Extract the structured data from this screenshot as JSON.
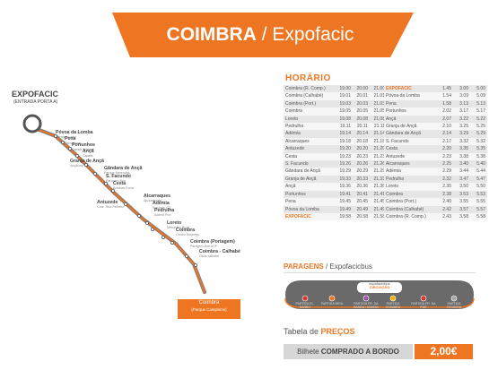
{
  "header": {
    "city": "COIMBRA",
    "separator": " / ",
    "name": "Expofacic"
  },
  "route": {
    "origin": {
      "name": "EXPOFACIC",
      "detail": "(ENTRADA PORTA A)"
    },
    "destination": {
      "name": "Coimbra",
      "detail": "(Parque Campismo)"
    },
    "stops": [
      {
        "name": "Póvoa da Lomba",
        "sub": "Paragem urbo"
      },
      {
        "name": "Pena",
        "sub": "Semaforos"
      },
      {
        "name": "Portunhos",
        "sub": "Campo Futebol"
      },
      {
        "name": "Ançã",
        "sub": "Capela"
      },
      {
        "name": "Granja de Ançã",
        "sub": "Ançãlimp"
      },
      {
        "name": "Gândara de Ançã",
        "sub": "Parque Merendas"
      },
      {
        "name": "S. Facundo",
        "sub": "Paragem Bus"
      },
      {
        "name": "Cesta",
        "sub": "Bombas Fonal"
      },
      {
        "name": "Antuzede",
        "sub": "Cruz. Rua Pinheiro"
      },
      {
        "name": "Alcarraques",
        "sub": "Ajudastuetto"
      },
      {
        "name": "Adémia",
        "sub": "Rotunda IC2"
      },
      {
        "name": "Pedrulha",
        "sub": "Adémil Port"
      },
      {
        "name": "Loreto",
        "sub": "Mercedes Ruzil"
      },
      {
        "name": "Coimbra",
        "sub": "Centro Emprego"
      },
      {
        "name": "Coimbra (Portagem)",
        "sub": "Paragem Bus ACP"
      },
      {
        "name": "Coimbra - Calhabé",
        "sub": "Obus calhabé"
      }
    ]
  },
  "horario": {
    "title": "HORÁRIO",
    "outbound": [
      {
        "stop": "Coimbra (R. Comp.)",
        "t": [
          "19.00",
          "20.00",
          "21.00"
        ],
        "hl": false
      },
      {
        "stop": "Coimbra (Calhabé)",
        "t": [
          "19.01",
          "20.01",
          "21.01"
        ],
        "hl": false
      },
      {
        "stop": "Coimbra (Port.)",
        "t": [
          "19.03",
          "20.03",
          "21.03"
        ],
        "hl": false
      },
      {
        "stop": "Coimbra",
        "t": [
          "19.05",
          "20.05",
          "21.05"
        ],
        "hl": false
      },
      {
        "stop": "Loreto",
        "t": [
          "19.08",
          "20.08",
          "21.08"
        ],
        "hl": false
      },
      {
        "stop": "Pedrulha",
        "t": [
          "19.11",
          "20.11",
          "21.11"
        ],
        "hl": false
      },
      {
        "stop": "Adémia",
        "t": [
          "19.14",
          "20.14",
          "21.14"
        ],
        "hl": false
      },
      {
        "stop": "Alcarraques",
        "t": [
          "19.18",
          "20.18",
          "21.18"
        ],
        "hl": false
      },
      {
        "stop": "Antuzede",
        "t": [
          "19.20",
          "20.20",
          "21.20"
        ],
        "hl": false
      },
      {
        "stop": "Cesta",
        "t": [
          "19.23",
          "20.23",
          "21.23"
        ],
        "hl": false
      },
      {
        "stop": "S. Facundo",
        "t": [
          "19.26",
          "20.26",
          "21.26"
        ],
        "hl": false
      },
      {
        "stop": "Gândara de Ançã",
        "t": [
          "19.29",
          "20.29",
          "21.29"
        ],
        "hl": false
      },
      {
        "stop": "Granja de Ançã",
        "t": [
          "19.33",
          "20.33",
          "21.33"
        ],
        "hl": false
      },
      {
        "stop": "Ançã",
        "t": [
          "19.36",
          "20.36",
          "21.36"
        ],
        "hl": false
      },
      {
        "stop": "Portunhos",
        "t": [
          "19.41",
          "20.41",
          "21.41"
        ],
        "hl": false
      },
      {
        "stop": "Pena",
        "t": [
          "19.45",
          "20.45",
          "21.45"
        ],
        "hl": false
      },
      {
        "stop": "Póvoa da Lomba",
        "t": [
          "19.49",
          "20.49",
          "21.49"
        ],
        "hl": false
      },
      {
        "stop": "EXPOFACIC",
        "t": [
          "19.58",
          "20.58",
          "21.58"
        ],
        "hl": true
      }
    ],
    "inbound": [
      {
        "stop": "EXPOFACIC",
        "t": [
          "1.45",
          "3.00",
          "5.00"
        ],
        "hl": true
      },
      {
        "stop": "Póvoa da Lomba",
        "t": [
          "1.54",
          "3.09",
          "5.09"
        ],
        "hl": false
      },
      {
        "stop": "Pena",
        "t": [
          "1.58",
          "3.13",
          "5.13"
        ],
        "hl": false
      },
      {
        "stop": "Portunhos",
        "t": [
          "2.02",
          "3.17",
          "5.17"
        ],
        "hl": false
      },
      {
        "stop": "Ançã",
        "t": [
          "2.07",
          "3.22",
          "5.22"
        ],
        "hl": false
      },
      {
        "stop": "Granja de Ançã",
        "t": [
          "2.10",
          "3.25",
          "5.25"
        ],
        "hl": false
      },
      {
        "stop": "Gândara de Ançã",
        "t": [
          "2.14",
          "3.29",
          "5.29"
        ],
        "hl": false
      },
      {
        "stop": "S. Facundo",
        "t": [
          "2.17",
          "3.32",
          "5.32"
        ],
        "hl": false
      },
      {
        "stop": "Cesta",
        "t": [
          "2.20",
          "3.35",
          "5.35"
        ],
        "hl": false
      },
      {
        "stop": "Antuzede",
        "t": [
          "2.23",
          "3.38",
          "5.38"
        ],
        "hl": false
      },
      {
        "stop": "Alcarraques",
        "t": [
          "2.25",
          "3.40",
          "5.40"
        ],
        "hl": false
      },
      {
        "stop": "Adémia",
        "t": [
          "2.29",
          "3.44",
          "5.44"
        ],
        "hl": false
      },
      {
        "stop": "Pedrulha",
        "t": [
          "2.32",
          "3.47",
          "5.47"
        ],
        "hl": false
      },
      {
        "stop": "Loreto",
        "t": [
          "2.35",
          "3.50",
          "5.50"
        ],
        "hl": false
      },
      {
        "stop": "Coimbra",
        "t": [
          "2.38",
          "3.53",
          "5.53"
        ],
        "hl": false
      },
      {
        "stop": "Coimbra (Port.)",
        "t": [
          "2.40",
          "3.55",
          "5.55"
        ],
        "hl": false
      },
      {
        "stop": "Coimbra (Calhabé)",
        "t": [
          "2.42",
          "3.57",
          "5.57"
        ],
        "hl": false
      },
      {
        "stop": "Coimbra (R. Comp.)",
        "t": [
          "2.43",
          "3.58",
          "5.58"
        ],
        "hl": false
      }
    ]
  },
  "paragens": {
    "title": "PARAGENS",
    "subtitle": " / Expofacicbus",
    "center_label": "expofacicbus",
    "center_sub": "CIRCUIÇÃO",
    "stops": [
      {
        "label": "PARTIDA EL. BARBO"
      },
      {
        "label": "PARTIDA MIRA"
      },
      {
        "label": "PARTIDA PR. DA BANDA / ANADIA"
      },
      {
        "label": "PARTIDA COIMBRA"
      },
      {
        "label": "PARTIDA PR. DA POE"
      },
      {
        "label": "PARTIDA FIGUEIRA"
      }
    ]
  },
  "precos": {
    "title_prefix": "Tabela de ",
    "title_bold": "PREÇOS",
    "label_prefix": "Bilhete ",
    "label_bold": "COMPRADO A BORDO",
    "value": "2,00€"
  }
}
